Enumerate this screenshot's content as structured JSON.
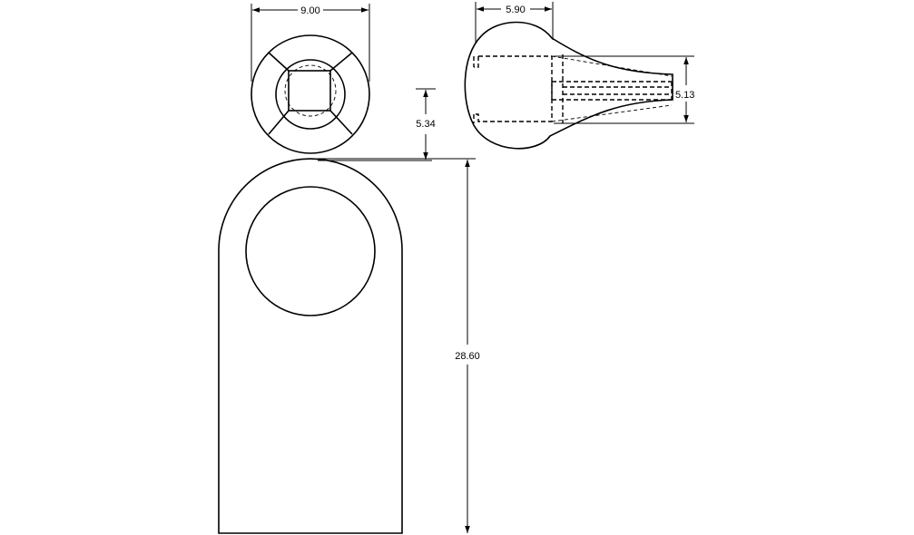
{
  "dimensions": {
    "top_width": "9.00",
    "side_width": "5.90",
    "side_height": "5.13",
    "gap_height": "5.34",
    "body_height": "28.60"
  }
}
